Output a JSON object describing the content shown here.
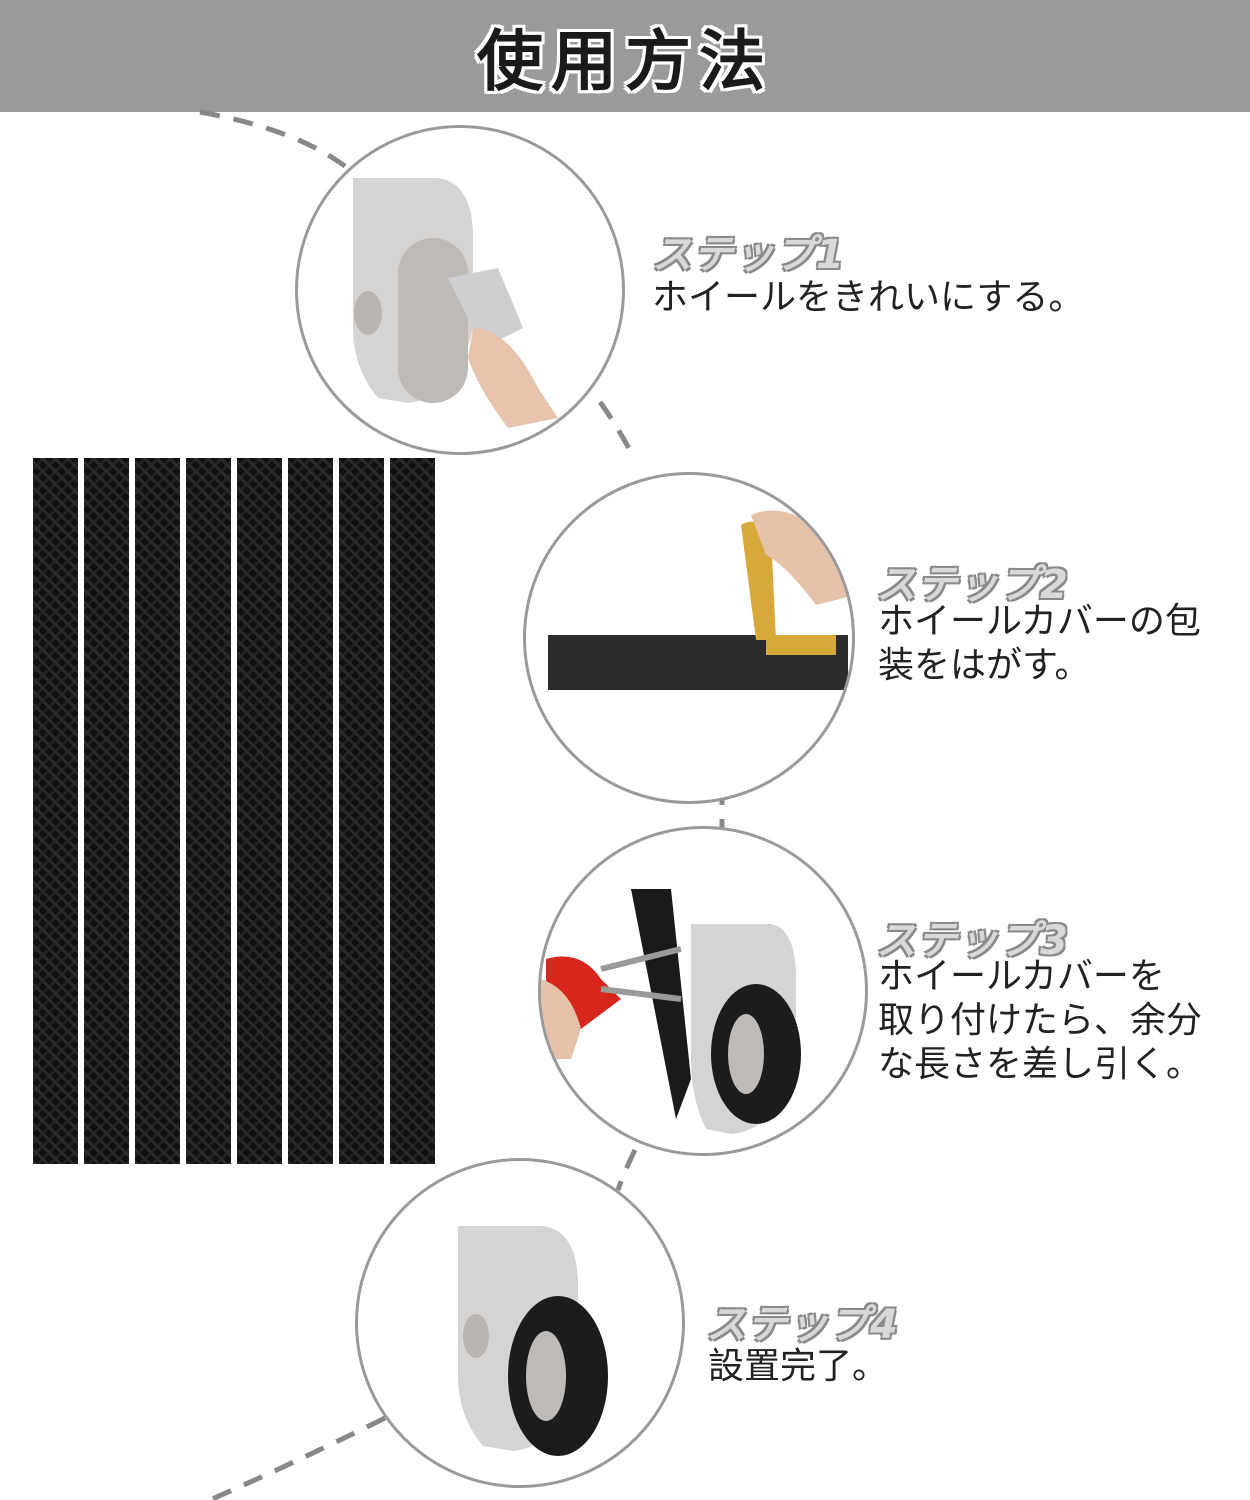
{
  "header": {
    "title": "使用方法"
  },
  "steps": [
    {
      "label": "ステップ1",
      "text": "ホイールをきれいにする。"
    },
    {
      "label": "ステップ2",
      "text": "ホイールカバーの包\n装をはがす。"
    },
    {
      "label": "ステップ3",
      "text": "ホイールカバーを\n取り付けたら、余分\nな長さを差し引く。"
    },
    {
      "label": "ステップ4",
      "text": "設置完了。"
    }
  ],
  "colors": {
    "header_bg": "#999a9b",
    "strip": "#111111",
    "circle_border": "#9a9a9a"
  },
  "icons": [
    "wheel-cleaning-image",
    "peel-backing-image",
    "cut-excess-image",
    "installed-wheel-image"
  ]
}
